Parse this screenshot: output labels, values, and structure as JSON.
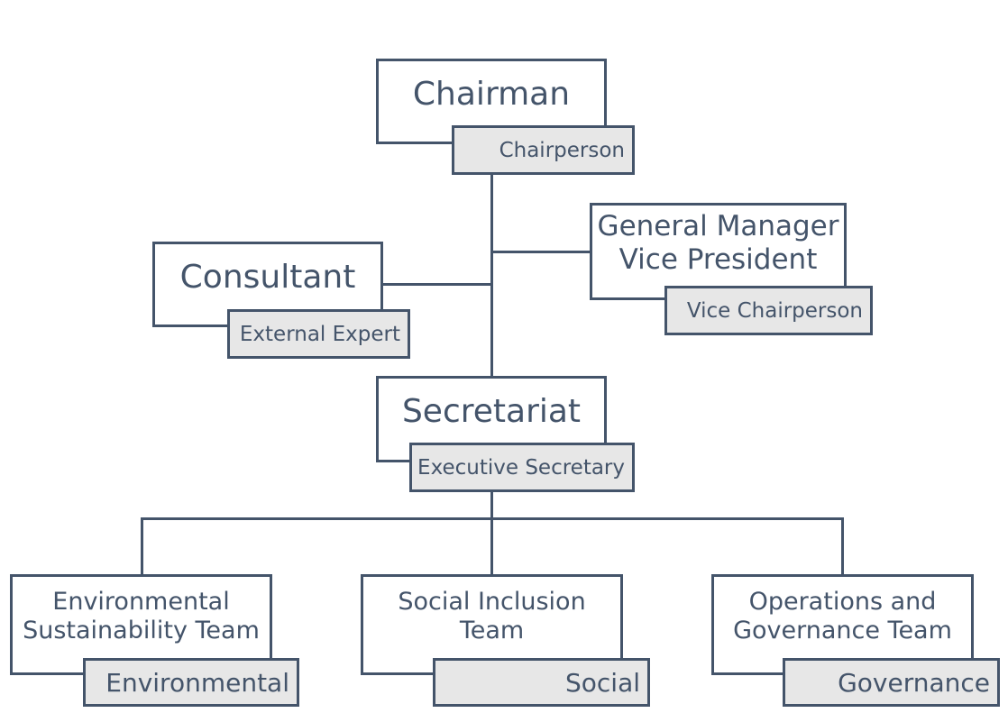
{
  "nodes": {
    "chairman": {
      "title": "Chairman",
      "role": "Chairperson"
    },
    "gm": {
      "title_line1": "General Manager",
      "title_line2": "Vice President",
      "role": "Vice Chairperson"
    },
    "consultant": {
      "title": "Consultant",
      "role": "External Expert"
    },
    "secretariat": {
      "title": "Secretariat",
      "role": "Executive Secretary"
    },
    "env": {
      "title_line1": "Environmental",
      "title_line2": "Sustainability Team",
      "role": "Environmental"
    },
    "social": {
      "title_line1": "Social Inclusion",
      "title_line2": "Team",
      "role": "Social"
    },
    "ops": {
      "title_line1": "Operations and",
      "title_line2": "Governance Team",
      "role": "Governance"
    }
  },
  "colors": {
    "stroke": "#44546a",
    "role_fill": "#e7e7e7"
  }
}
